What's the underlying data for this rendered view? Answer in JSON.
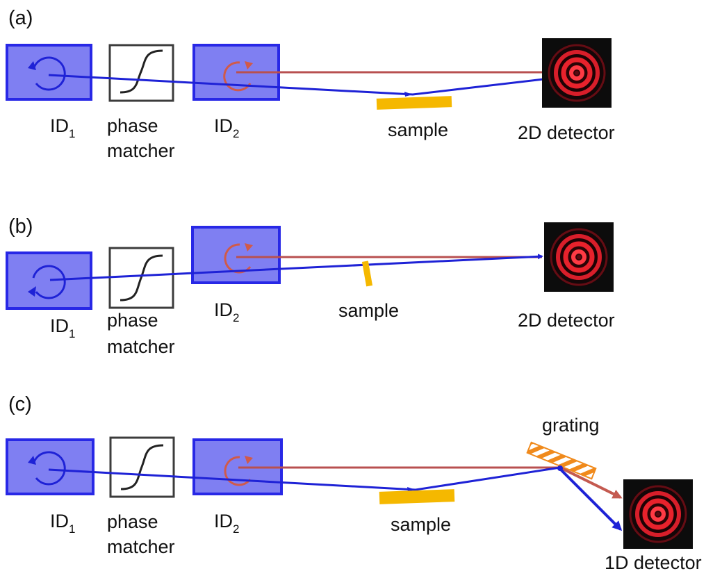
{
  "colors": {
    "id_box_fill": "#7f7ff2",
    "id_box_stroke": "#2828e6",
    "blue_beam": "#1e22d6",
    "red_beam": "#b85050",
    "red_arrow": "#c45a50",
    "sample": "#f5b800",
    "grating_orange": "#f08a1c",
    "phase_box_stroke": "#3c3c3c",
    "detector_bg": "#0c0c0c",
    "detector_ring": "#e0202a"
  },
  "panels": [
    {
      "tag": "(a)",
      "id1_main": "ID",
      "id1_sub": "1",
      "phase_line1": "phase",
      "phase_line2": "matcher",
      "id2_main": "ID",
      "id2_sub": "2",
      "sample": "sample",
      "detector": "2D detector"
    },
    {
      "tag": "(b)",
      "id1_main": "ID",
      "id1_sub": "1",
      "phase_line1": "phase",
      "phase_line2": "matcher",
      "id2_main": "ID",
      "id2_sub": "2",
      "sample": "sample",
      "detector": "2D detector"
    },
    {
      "tag": "(c)",
      "id1_main": "ID",
      "id1_sub": "1",
      "phase_line1": "phase",
      "phase_line2": "matcher",
      "id2_main": "ID",
      "id2_sub": "2",
      "sample": "sample",
      "grating": "grating",
      "detector": "1D detector"
    }
  ]
}
